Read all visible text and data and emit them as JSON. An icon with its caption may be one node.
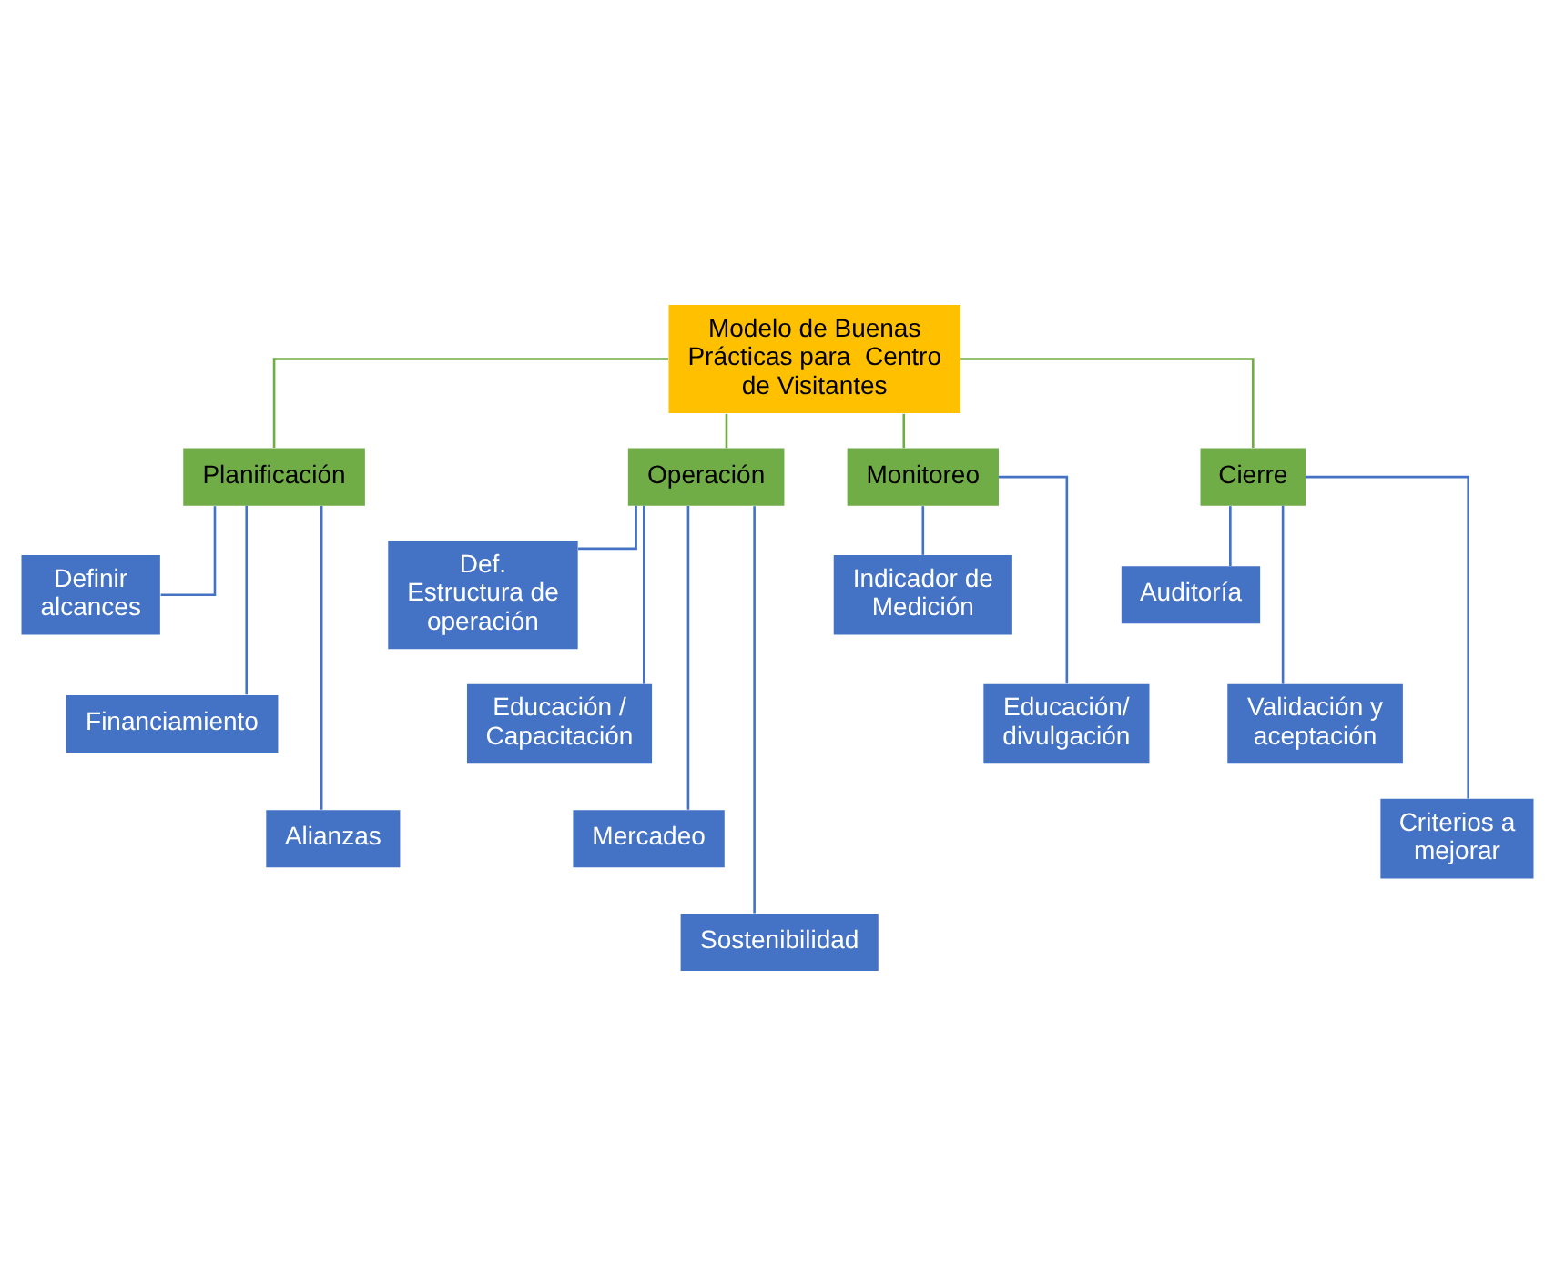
{
  "diagram": {
    "nodes": [
      {
        "text": [
          "Modelo de Buenas Prácticas para  Centro de Visitantes"
        ]
      },
      {
        "text": [
          "Planificación"
        ]
      },
      {
        "text": [
          "Operación"
        ]
      },
      {
        "text": [
          "Monitoreo"
        ]
      },
      {
        "text": [
          "Cierre"
        ]
      },
      {
        "text": [
          "Definir alcances"
        ]
      },
      {
        "text": [
          "Financiamiento"
        ]
      },
      {
        "text": [
          "Alianzas"
        ]
      },
      {
        "text": [
          "Def. Estructura de operación"
        ]
      },
      {
        "text": [
          "Educación / Capacitación"
        ]
      },
      {
        "text": [
          "Mercadeo"
        ]
      },
      {
        "text": [
          "Sostenibilidad"
        ]
      },
      {
        "text": [
          "Indicador de Medición"
        ]
      },
      {
        "text": [
          "Educación/ divulgación"
        ]
      },
      {
        "text": [
          "Auditoría"
        ]
      },
      {
        "text": [
          "Validación y aceptación"
        ]
      },
      {
        "text": [
          "Criterios a mejorar"
        ]
      }
    ],
    "edges": [
      {
        "from": 0,
        "to": 1,
        "arrow": "none",
        "color": "#70ad47"
      },
      {
        "from": 0,
        "to": 2,
        "arrow": "none",
        "color": "#70ad47"
      },
      {
        "from": 0,
        "to": 3,
        "arrow": "none",
        "color": "#70ad47"
      },
      {
        "from": 0,
        "to": 4,
        "arrow": "none",
        "color": "#70ad47"
      },
      {
        "from": 1,
        "to": 5,
        "arrow": "none"
      },
      {
        "from": 1,
        "to": 6,
        "arrow": "none"
      },
      {
        "from": 1,
        "to": 7,
        "arrow": "none"
      },
      {
        "from": 2,
        "to": 8,
        "arrow": "none"
      },
      {
        "from": 2,
        "to": 9,
        "arrow": "none"
      },
      {
        "from": 2,
        "to": 10,
        "arrow": "none"
      },
      {
        "from": 2,
        "to": 11,
        "arrow": "none"
      },
      {
        "from": 3,
        "to": 12,
        "arrow": "none"
      },
      {
        "from": 3,
        "to": 13,
        "arrow": "none"
      },
      {
        "from": 4,
        "to": 14,
        "arrow": "none"
      },
      {
        "from": 4,
        "to": 15,
        "arrow": "none"
      },
      {
        "from": 4,
        "to": 16,
        "arrow": "none"
      }
    ]
  }
}
